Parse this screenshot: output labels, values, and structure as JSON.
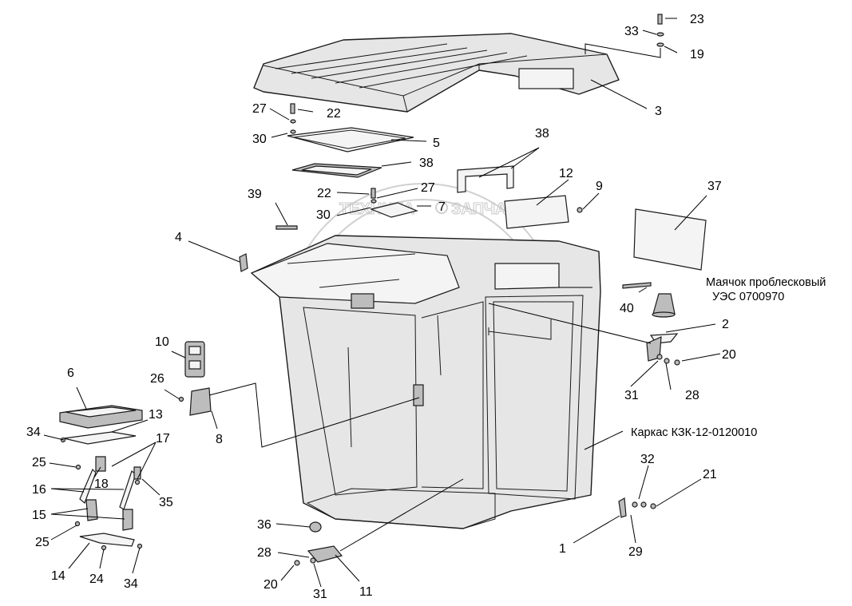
{
  "watermark": {
    "left_text": "ТЕХНИКА",
    "right_text": "ЗАПЧАСТИ"
  },
  "callouts": [
    {
      "id": "c23",
      "text": "23"
    },
    {
      "id": "c33",
      "text": "33"
    },
    {
      "id": "c19",
      "text": "19"
    },
    {
      "id": "c3",
      "text": "3"
    },
    {
      "id": "c27a",
      "text": "27"
    },
    {
      "id": "c22a",
      "text": "22"
    },
    {
      "id": "c30a",
      "text": "30"
    },
    {
      "id": "c5",
      "text": "5"
    },
    {
      "id": "c38a",
      "text": "38"
    },
    {
      "id": "c38b",
      "text": "38"
    },
    {
      "id": "c12",
      "text": "12"
    },
    {
      "id": "c9",
      "text": "9"
    },
    {
      "id": "c37",
      "text": "37"
    },
    {
      "id": "c39",
      "text": "39"
    },
    {
      "id": "c22b",
      "text": "22"
    },
    {
      "id": "c27b",
      "text": "27"
    },
    {
      "id": "c30b",
      "text": "30"
    },
    {
      "id": "c7",
      "text": "7"
    },
    {
      "id": "c4",
      "text": "4"
    },
    {
      "id": "c40",
      "text": "40"
    },
    {
      "id": "c2",
      "text": "2"
    },
    {
      "id": "c20a",
      "text": "20"
    },
    {
      "id": "c10",
      "text": "10"
    },
    {
      "id": "c31a",
      "text": "31"
    },
    {
      "id": "c28a",
      "text": "28"
    },
    {
      "id": "c26",
      "text": "26"
    },
    {
      "id": "c6",
      "text": "6"
    },
    {
      "id": "c8",
      "text": "8"
    },
    {
      "id": "c13",
      "text": "13"
    },
    {
      "id": "c34a",
      "text": "34"
    },
    {
      "id": "c17",
      "text": "17"
    },
    {
      "id": "c25a",
      "text": "25"
    },
    {
      "id": "c18",
      "text": "18"
    },
    {
      "id": "c16",
      "text": "16"
    },
    {
      "id": "c35",
      "text": "35"
    },
    {
      "id": "c15",
      "text": "15"
    },
    {
      "id": "c25b",
      "text": "25"
    },
    {
      "id": "c14",
      "text": "14"
    },
    {
      "id": "c24",
      "text": "24"
    },
    {
      "id": "c34b",
      "text": "34"
    },
    {
      "id": "c32",
      "text": "32"
    },
    {
      "id": "c21",
      "text": "21"
    },
    {
      "id": "c1",
      "text": "1"
    },
    {
      "id": "c29",
      "text": "29"
    },
    {
      "id": "c36",
      "text": "36"
    },
    {
      "id": "c28b",
      "text": "28"
    },
    {
      "id": "c20b",
      "text": "20"
    },
    {
      "id": "c31b",
      "text": "31"
    },
    {
      "id": "c11",
      "text": "11"
    }
  ],
  "notes": {
    "beacon_line1": "Маячок проблесковый",
    "beacon_line2": "УЭС 0700970",
    "frame": "Каркас КЗК-12-0120010"
  }
}
